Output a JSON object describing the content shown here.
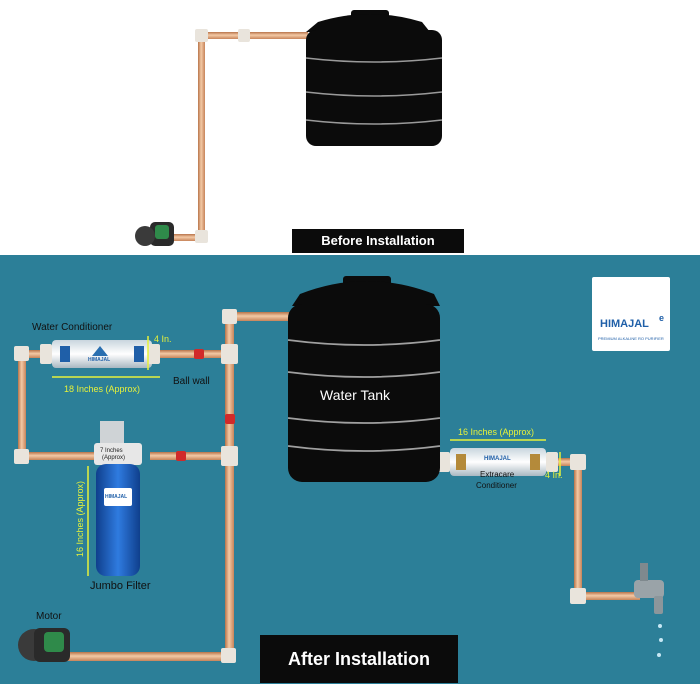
{
  "banners": {
    "before": "Before Installation",
    "after": "After Installation"
  },
  "labels": {
    "water_conditioner": "Water Conditioner",
    "ball_wall": "Ball wall",
    "water_tank": "Water Tank",
    "extracare_line1": "Extracare",
    "extracare_line2": "Conditioner",
    "jumbo_filter": "Jumbo Filter",
    "motor": "Motor"
  },
  "dimensions": {
    "conditioner_length": "18 Inches (Approx)",
    "conditioner_diameter": "4 In.",
    "extracare_length": "16 Inches (Approx)",
    "extracare_diameter": "4 In.",
    "filter_height": "16 Inches (Approx)",
    "filter_top_line1": "7 Inches",
    "filter_top_line2": "(Approx)"
  },
  "brand": {
    "name": "HIMAJAL",
    "superscript": "e",
    "tagline": "PREMIUM ALKALINE RO PURIFIER",
    "small_label": "HIMAJAL"
  },
  "colors": {
    "top_background": "#ffffff",
    "bottom_background": "#2c7f98",
    "pipe_copper": "#d9996a",
    "pipe_highlight": "#f3c9a5",
    "tank": "#0b0b0b",
    "dimension_text": "#e7f23a",
    "valve_red": "#d12a2a",
    "filter_blue": "#1d62c5"
  }
}
